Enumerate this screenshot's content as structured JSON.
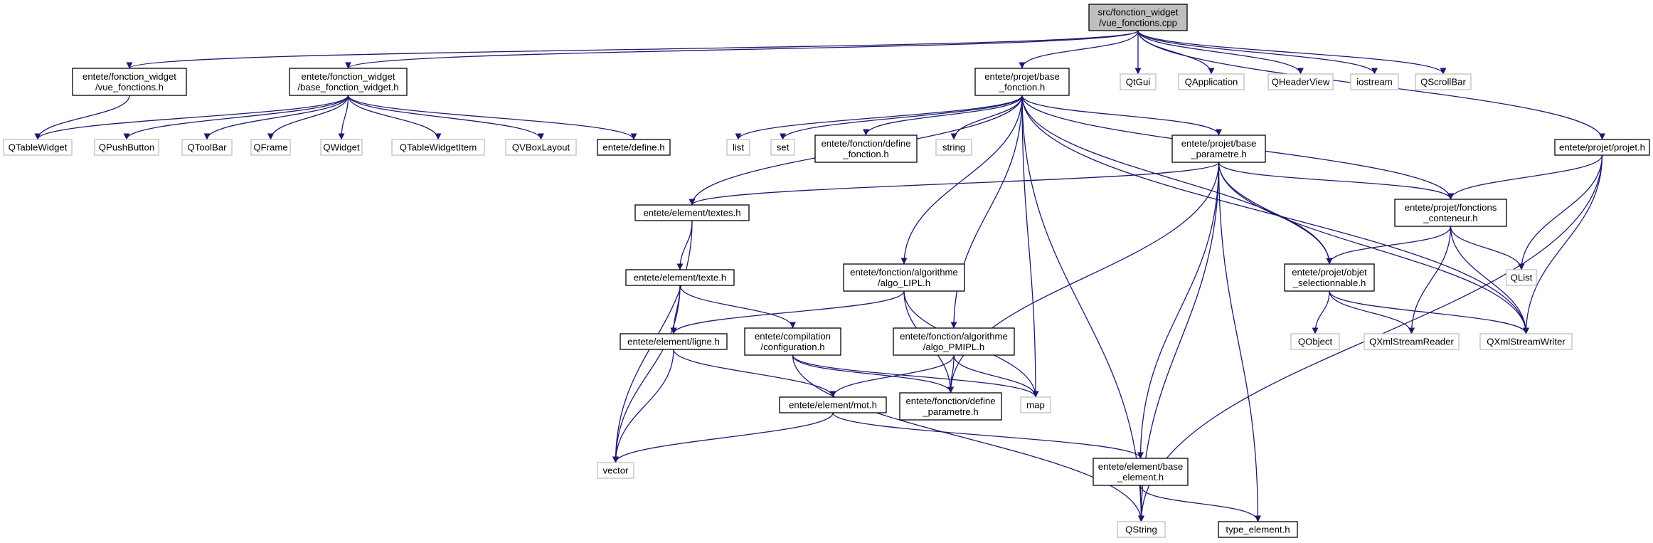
{
  "diagram": {
    "type": "include-dependency-graph",
    "colors": {
      "edge": "#191970",
      "root_fill": "#bfbfbf",
      "root_border": "#000000",
      "internal_border": "#000000",
      "external_border": "#bfbfbf"
    },
    "nodes": [
      {
        "id": "root",
        "lines": [
          "src/fonction_widget",
          "/vue_fonctions.cpp"
        ],
        "kind": "root"
      },
      {
        "id": "vue_fonctions_h",
        "lines": [
          "entete/fonction_widget",
          "/vue_fonctions.h"
        ],
        "kind": "internal"
      },
      {
        "id": "base_fonction_widget_h",
        "lines": [
          "entete/fonction_widget",
          "/base_fonction_widget.h"
        ],
        "kind": "internal"
      },
      {
        "id": "base_fonction_h",
        "lines": [
          "entete/projet/base",
          "_fonction.h"
        ],
        "kind": "internal"
      },
      {
        "id": "QtGui",
        "lines": [
          "QtGui"
        ],
        "kind": "external"
      },
      {
        "id": "QApplication",
        "lines": [
          "QApplication"
        ],
        "kind": "external"
      },
      {
        "id": "QHeaderView",
        "lines": [
          "QHeaderView"
        ],
        "kind": "external"
      },
      {
        "id": "iostream",
        "lines": [
          "iostream"
        ],
        "kind": "external"
      },
      {
        "id": "QScrollBar",
        "lines": [
          "QScrollBar"
        ],
        "kind": "external"
      },
      {
        "id": "QTableWidget",
        "lines": [
          "QTableWidget"
        ],
        "kind": "external"
      },
      {
        "id": "QPushButton",
        "lines": [
          "QPushButton"
        ],
        "kind": "external"
      },
      {
        "id": "QToolBar",
        "lines": [
          "QToolBar"
        ],
        "kind": "external"
      },
      {
        "id": "QFrame",
        "lines": [
          "QFrame"
        ],
        "kind": "external"
      },
      {
        "id": "QWidget",
        "lines": [
          "QWidget"
        ],
        "kind": "external"
      },
      {
        "id": "QTableWidgetItem",
        "lines": [
          "QTableWidgetItem"
        ],
        "kind": "external"
      },
      {
        "id": "QVBoxLayout",
        "lines": [
          "QVBoxLayout"
        ],
        "kind": "external"
      },
      {
        "id": "define_h",
        "lines": [
          "entete/define.h"
        ],
        "kind": "internal"
      },
      {
        "id": "list",
        "lines": [
          "list"
        ],
        "kind": "external"
      },
      {
        "id": "set",
        "lines": [
          "set"
        ],
        "kind": "external"
      },
      {
        "id": "define_fonction_h",
        "lines": [
          "entete/fonction/define",
          "_fonction.h"
        ],
        "kind": "internal"
      },
      {
        "id": "string",
        "lines": [
          "string"
        ],
        "kind": "external"
      },
      {
        "id": "base_parametre_h",
        "lines": [
          "entete/projet/base",
          "_parametre.h"
        ],
        "kind": "internal"
      },
      {
        "id": "projet_h",
        "lines": [
          "entete/projet/projet.h"
        ],
        "kind": "internal"
      },
      {
        "id": "textes_h",
        "lines": [
          "entete/element/textes.h"
        ],
        "kind": "internal"
      },
      {
        "id": "fonctions_conteneur_h",
        "lines": [
          "entete/projet/fonctions",
          "_conteneur.h"
        ],
        "kind": "internal"
      },
      {
        "id": "texte_h",
        "lines": [
          "entete/element/texte.h"
        ],
        "kind": "internal"
      },
      {
        "id": "algo_LIPL_h",
        "lines": [
          "entete/fonction/algorithme",
          "/algo_LIPL.h"
        ],
        "kind": "internal"
      },
      {
        "id": "objet_selectionnable_h",
        "lines": [
          "entete/projet/objet",
          "_selectionnable.h"
        ],
        "kind": "internal"
      },
      {
        "id": "QList",
        "lines": [
          "QList"
        ],
        "kind": "external"
      },
      {
        "id": "ligne_h",
        "lines": [
          "entete/element/ligne.h"
        ],
        "kind": "internal"
      },
      {
        "id": "configuration_h",
        "lines": [
          "entete/compilation",
          "/configuration.h"
        ],
        "kind": "internal"
      },
      {
        "id": "algo_PMIPL_h",
        "lines": [
          "entete/fonction/algorithme",
          "/algo_PMIPL.h"
        ],
        "kind": "internal"
      },
      {
        "id": "QObject",
        "lines": [
          "QObject"
        ],
        "kind": "external"
      },
      {
        "id": "QXmlStreamReader",
        "lines": [
          "QXmlStreamReader"
        ],
        "kind": "external"
      },
      {
        "id": "QXmlStreamWriter",
        "lines": [
          "QXmlStreamWriter"
        ],
        "kind": "external"
      },
      {
        "id": "mot_h",
        "lines": [
          "entete/element/mot.h"
        ],
        "kind": "internal"
      },
      {
        "id": "define_parametre_h",
        "lines": [
          "entete/fonction/define",
          "_parametre.h"
        ],
        "kind": "internal"
      },
      {
        "id": "map",
        "lines": [
          "map"
        ],
        "kind": "external"
      },
      {
        "id": "vector",
        "lines": [
          "vector"
        ],
        "kind": "external"
      },
      {
        "id": "base_element_h",
        "lines": [
          "entete/element/base",
          "_element.h"
        ],
        "kind": "internal"
      },
      {
        "id": "QString",
        "lines": [
          "QString"
        ],
        "kind": "external"
      },
      {
        "id": "type_element_h",
        "lines": [
          "type_element.h"
        ],
        "kind": "internal"
      }
    ],
    "edges": [
      [
        "root",
        "vue_fonctions_h"
      ],
      [
        "root",
        "base_fonction_widget_h"
      ],
      [
        "root",
        "base_fonction_h"
      ],
      [
        "root",
        "QtGui"
      ],
      [
        "root",
        "QApplication"
      ],
      [
        "root",
        "QHeaderView"
      ],
      [
        "root",
        "iostream"
      ],
      [
        "root",
        "QScrollBar"
      ],
      [
        "root",
        "projet_h"
      ],
      [
        "vue_fonctions_h",
        "QTableWidget"
      ],
      [
        "base_fonction_widget_h",
        "QTableWidget"
      ],
      [
        "base_fonction_widget_h",
        "QPushButton"
      ],
      [
        "base_fonction_widget_h",
        "QToolBar"
      ],
      [
        "base_fonction_widget_h",
        "QFrame"
      ],
      [
        "base_fonction_widget_h",
        "QWidget"
      ],
      [
        "base_fonction_widget_h",
        "QTableWidgetItem"
      ],
      [
        "base_fonction_widget_h",
        "QVBoxLayout"
      ],
      [
        "base_fonction_widget_h",
        "define_h"
      ],
      [
        "base_fonction_h",
        "list"
      ],
      [
        "base_fonction_h",
        "set"
      ],
      [
        "base_fonction_h",
        "define_fonction_h"
      ],
      [
        "base_fonction_h",
        "string"
      ],
      [
        "base_fonction_h",
        "base_parametre_h"
      ],
      [
        "base_fonction_h",
        "textes_h"
      ],
      [
        "base_fonction_h",
        "fonctions_conteneur_h"
      ],
      [
        "base_fonction_h",
        "algo_LIPL_h"
      ],
      [
        "base_fonction_h",
        "objet_selectionnable_h"
      ],
      [
        "base_fonction_h",
        "algo_PMIPL_h"
      ],
      [
        "base_fonction_h",
        "QXmlStreamWriter"
      ],
      [
        "base_fonction_h",
        "map"
      ],
      [
        "base_fonction_h",
        "QString"
      ],
      [
        "base_parametre_h",
        "textes_h"
      ],
      [
        "base_parametre_h",
        "fonctions_conteneur_h"
      ],
      [
        "base_parametre_h",
        "objet_selectionnable_h"
      ],
      [
        "base_parametre_h",
        "QXmlStreamWriter"
      ],
      [
        "base_parametre_h",
        "define_parametre_h"
      ],
      [
        "base_parametre_h",
        "base_element_h"
      ],
      [
        "base_parametre_h",
        "QString"
      ],
      [
        "base_parametre_h",
        "type_element_h"
      ],
      [
        "projet_h",
        "fonctions_conteneur_h"
      ],
      [
        "projet_h",
        "QList"
      ],
      [
        "projet_h",
        "QXmlStreamWriter"
      ],
      [
        "projet_h",
        "QString"
      ],
      [
        "fonctions_conteneur_h",
        "objet_selectionnable_h"
      ],
      [
        "fonctions_conteneur_h",
        "QList"
      ],
      [
        "fonctions_conteneur_h",
        "QXmlStreamReader"
      ],
      [
        "fonctions_conteneur_h",
        "QXmlStreamWriter"
      ],
      [
        "objet_selectionnable_h",
        "QObject"
      ],
      [
        "objet_selectionnable_h",
        "QXmlStreamReader"
      ],
      [
        "objet_selectionnable_h",
        "QXmlStreamWriter"
      ],
      [
        "textes_h",
        "texte_h"
      ],
      [
        "textes_h",
        "vector"
      ],
      [
        "texte_h",
        "ligne_h"
      ],
      [
        "texte_h",
        "configuration_h"
      ],
      [
        "texte_h",
        "vector"
      ],
      [
        "algo_LIPL_h",
        "ligne_h"
      ],
      [
        "algo_LIPL_h",
        "define_parametre_h"
      ],
      [
        "algo_LIPL_h",
        "map"
      ],
      [
        "algo_PMIPL_h",
        "mot_h"
      ],
      [
        "algo_PMIPL_h",
        "define_parametre_h"
      ],
      [
        "algo_PMIPL_h",
        "map"
      ],
      [
        "ligne_h",
        "mot_h"
      ],
      [
        "ligne_h",
        "vector"
      ],
      [
        "configuration_h",
        "define_parametre_h"
      ],
      [
        "configuration_h",
        "map"
      ],
      [
        "configuration_h",
        "QString"
      ],
      [
        "mot_h",
        "vector"
      ],
      [
        "mot_h",
        "base_element_h"
      ],
      [
        "base_element_h",
        "QString"
      ],
      [
        "base_element_h",
        "type_element_h"
      ]
    ]
  }
}
